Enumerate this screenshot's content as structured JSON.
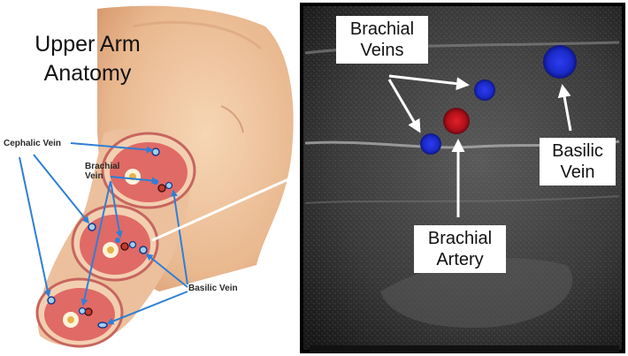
{
  "title": {
    "line1": "Upper Arm",
    "line2": "Anatomy"
  },
  "illustration_labels": {
    "cephalic_vein": "Cephalic Vein",
    "brachial_vein_line1": "Brachial",
    "brachial_vein_line2": "Vein",
    "basilic_vein": "Basilic Vein"
  },
  "ultrasound_labels": {
    "brachial_veins_line1": "Brachial",
    "brachial_veins_line2": "Veins",
    "brachial_artery_line1": "Brachial",
    "brachial_artery_line2": "Artery",
    "basilic_vein_line1": "Basilic",
    "basilic_vein_line2": "Vein"
  },
  "colors": {
    "vein_doppler": "#1f2fd0",
    "artery_doppler": "#c0121c",
    "leader_lines": "#2f7fd6",
    "ultrasound_bg": "#2a2a2a",
    "muscle": "#e06a66",
    "skin": "#e9bc97"
  }
}
